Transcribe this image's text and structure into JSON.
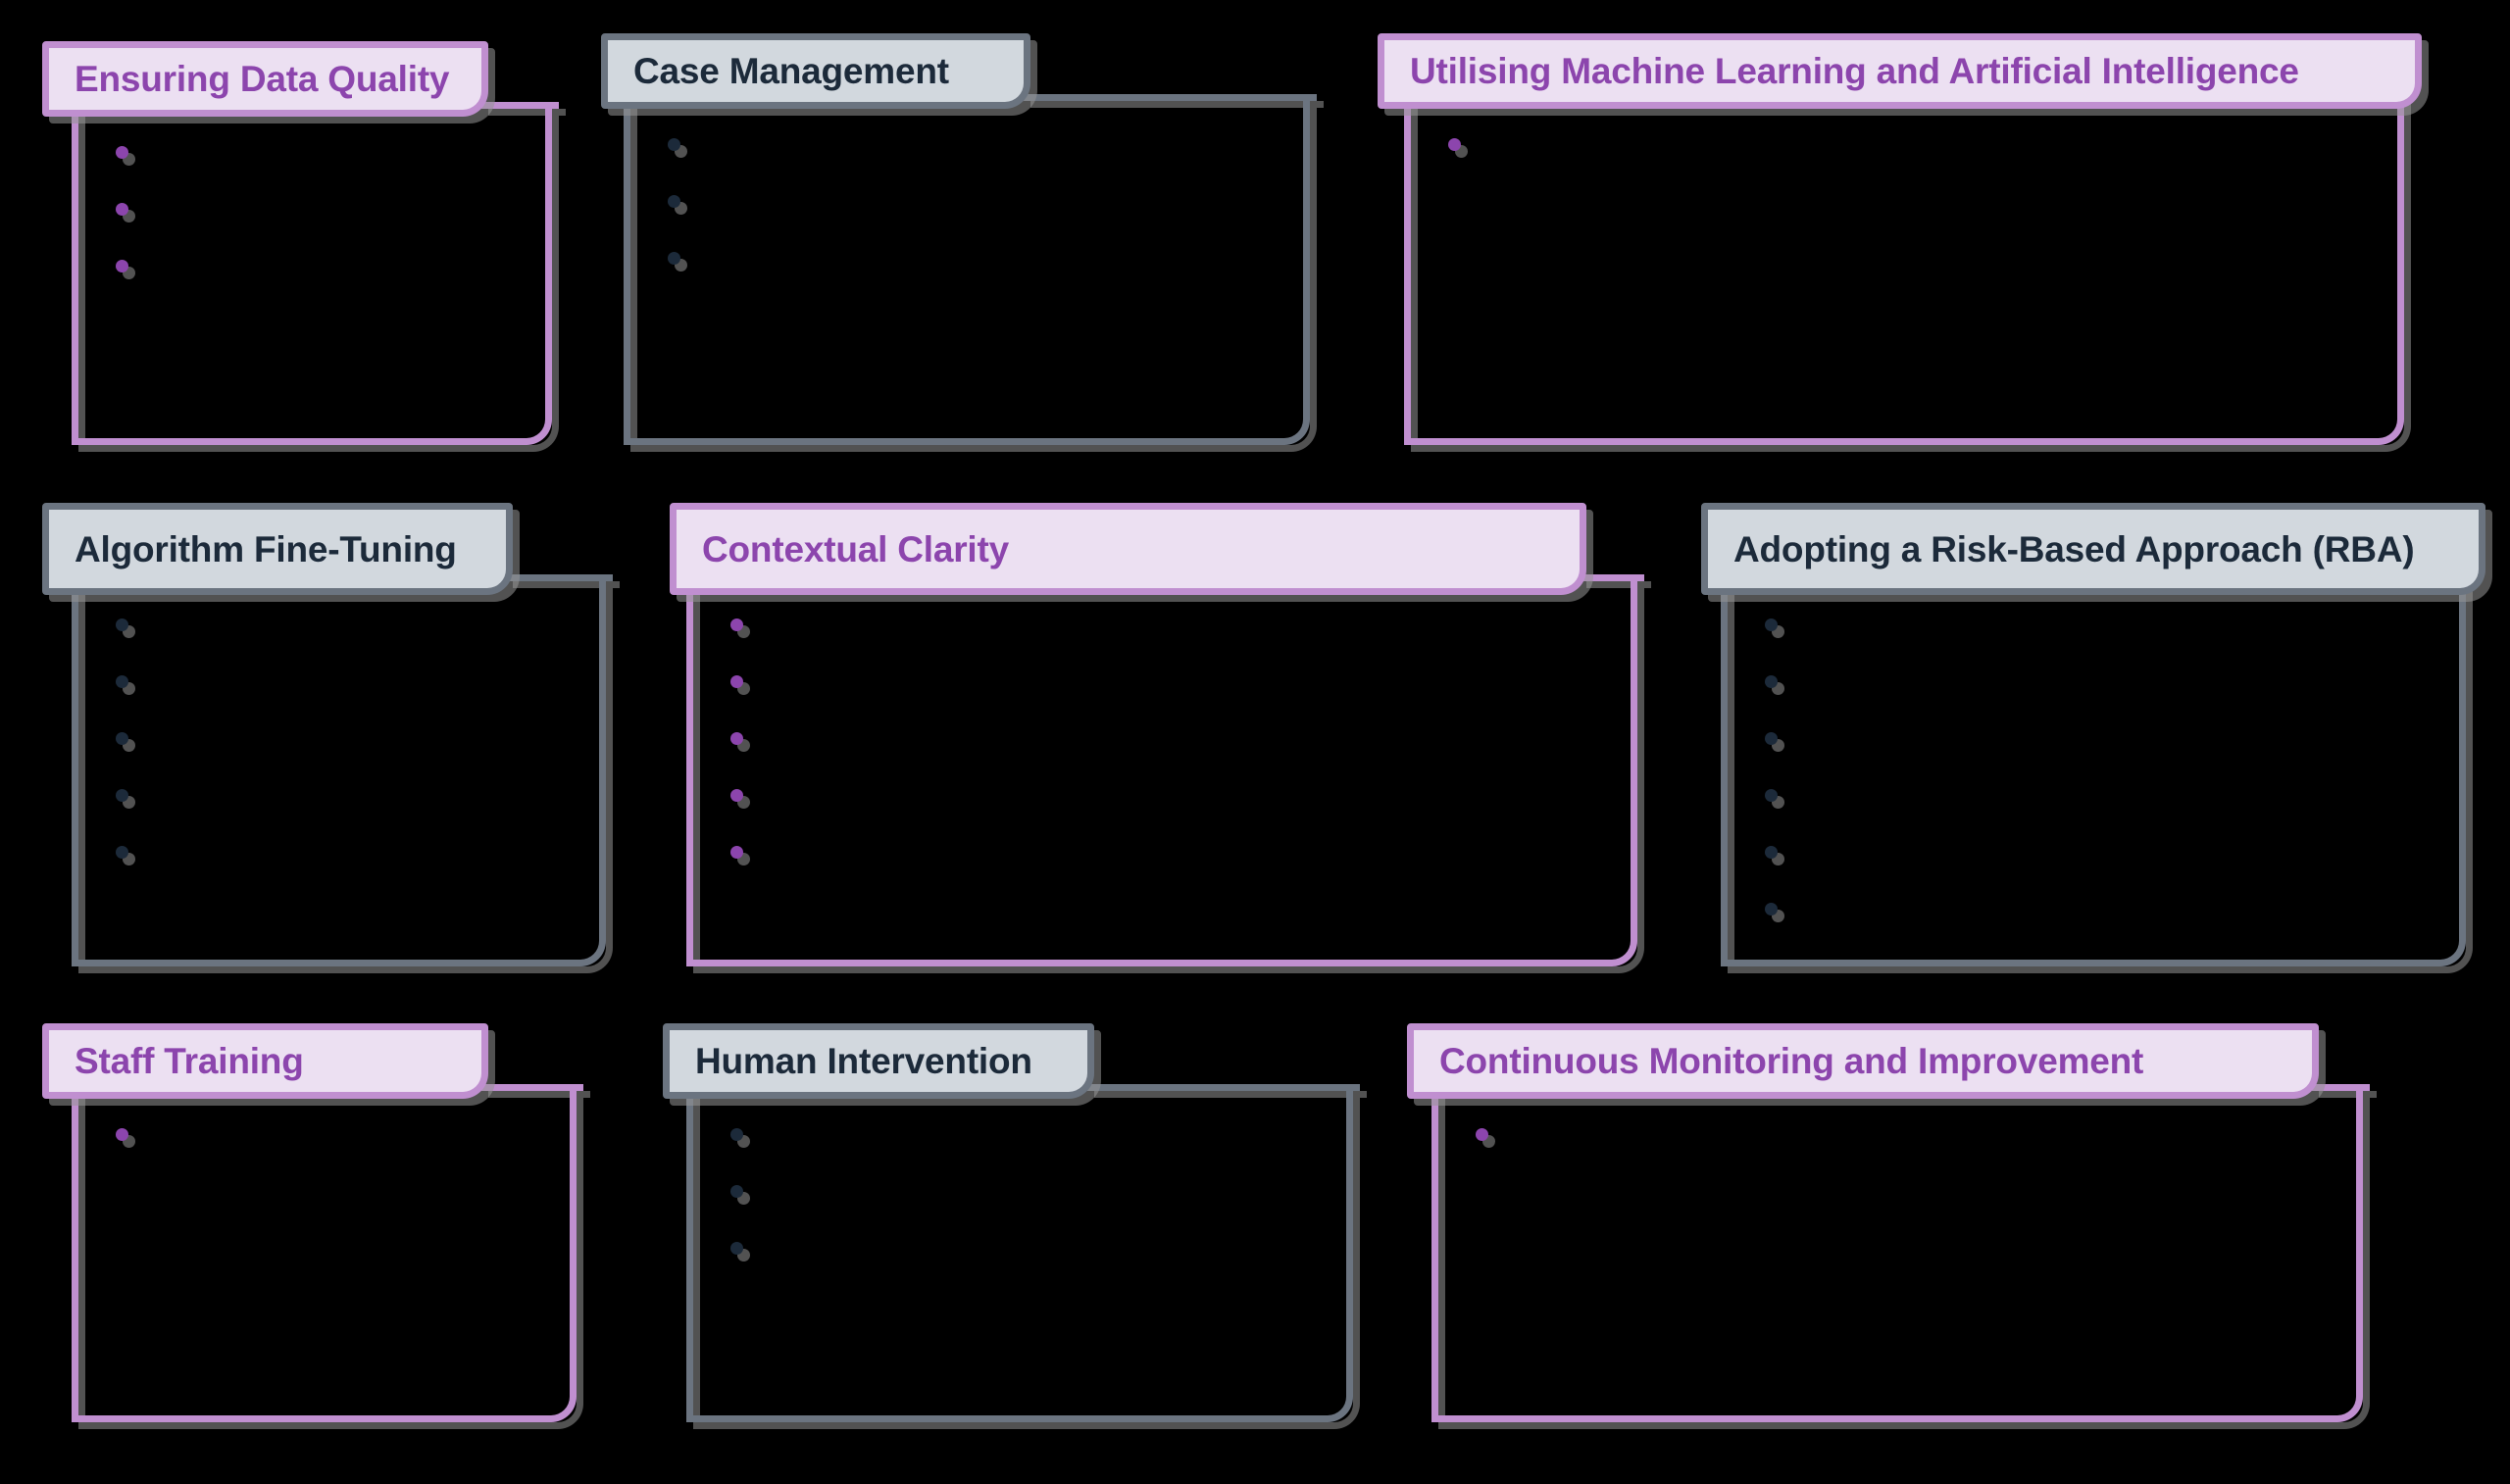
{
  "board": {
    "background_color": "#000000",
    "themes": {
      "purple": {
        "header_bg": "#ece0f2",
        "header_text": "#8c45ad",
        "border": "#c08fd0",
        "shadow": "#969696"
      },
      "slate": {
        "header_bg": "#d2d8de",
        "header_text": "#1c2a3a",
        "border": "#6b7480",
        "shadow": "#969696"
      }
    }
  },
  "cards": [
    {
      "id": "ensuring-data-quality",
      "title": "Ensuring Data Quality",
      "theme": "purple",
      "bullets": [
        "",
        "",
        ""
      ]
    },
    {
      "id": "case-management",
      "title": "Case Management",
      "theme": "slate",
      "bullets": [
        "",
        "",
        ""
      ]
    },
    {
      "id": "utilising-machine-learning-and-artificial-intelligence",
      "title": "Utilising Machine Learning and Artificial Intelligence",
      "theme": "purple",
      "bullets": [
        ""
      ]
    },
    {
      "id": "algorithm-fine-tuning",
      "title": "Algorithm Fine-Tuning",
      "theme": "slate",
      "bullets": [
        "",
        "",
        "",
        "",
        ""
      ]
    },
    {
      "id": "contextual-clarity",
      "title": "Contextual Clarity",
      "theme": "purple",
      "bullets": [
        "",
        "",
        "",
        "",
        ""
      ]
    },
    {
      "id": "adopting-a-risk-based-approach-rba",
      "title": "Adopting a Risk-Based Approach (RBA)",
      "theme": "slate",
      "bullets": [
        "",
        "",
        "",
        "",
        "",
        ""
      ]
    },
    {
      "id": "staff-training",
      "title": "Staff Training",
      "theme": "purple",
      "bullets": [
        ""
      ]
    },
    {
      "id": "human-intervention",
      "title": "Human Intervention",
      "theme": "slate",
      "bullets": [
        "",
        "",
        ""
      ]
    },
    {
      "id": "continuous-monitoring-and-improvement",
      "title": "Continuous Monitoring and Improvement",
      "theme": "purple",
      "bullets": [
        ""
      ]
    }
  ]
}
